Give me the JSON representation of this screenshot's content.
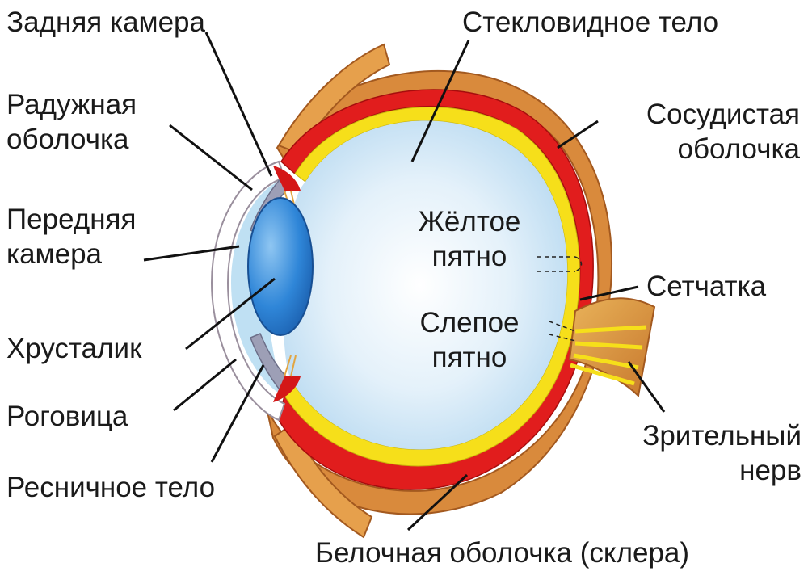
{
  "labels": {
    "posterior_chamber": "Задняя камера",
    "vitreous_body": "Стекловидное тело",
    "iris": [
      "Радужная",
      "оболочка"
    ],
    "choroid": [
      "Сосудистая",
      "оболочка"
    ],
    "anterior_chamber": [
      "Передняя",
      "камера"
    ],
    "macula": [
      "Жёлтое",
      "пятно"
    ],
    "retina": "Сетчатка",
    "blind_spot": [
      "Слепое",
      "пятно"
    ],
    "lens": "Хрусталик",
    "cornea": "Роговица",
    "ciliary_body": "Ресничное тело",
    "optic_nerve": [
      "Зрительный",
      "нерв"
    ],
    "sclera": "Белочная оболочка (склера)"
  },
  "colors": {
    "sclera": "#d98a3c",
    "choroid": "#e11d1d",
    "retina": "#f6df1a",
    "vitreous": "#d8ecf8",
    "lens": "#2f86d8",
    "cornea": "#bfe0f3",
    "iris": "#9d9fb6",
    "leader_line": "#111111"
  }
}
